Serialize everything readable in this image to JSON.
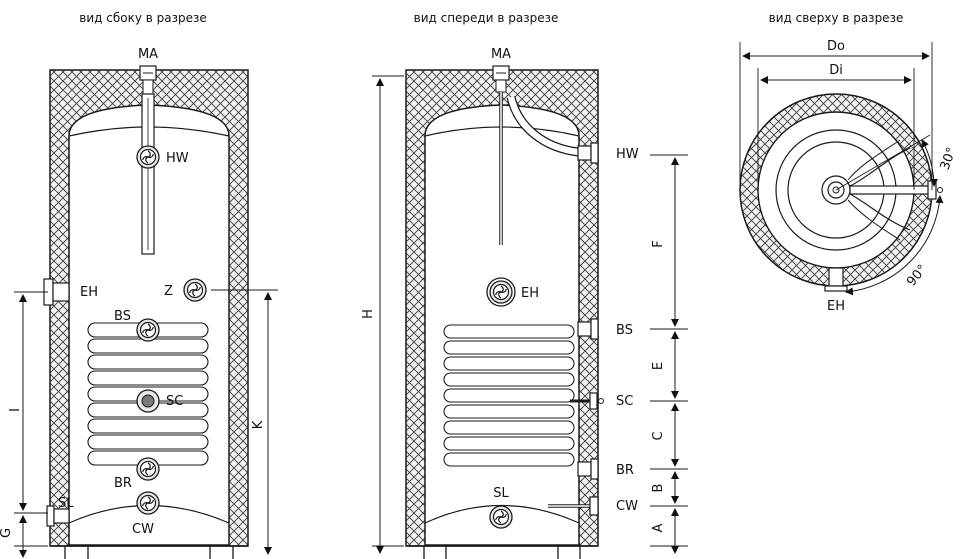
{
  "views": {
    "side": "вид сбоку в разрезе",
    "front": "вид спереди в разрезе",
    "top": "вид сверху в разрезе"
  },
  "side_labels": {
    "ma": "MA",
    "hw": "HW",
    "eh": "EH",
    "z": "Z",
    "bs": "BS",
    "sc": "SC",
    "br": "BR",
    "sl": "SL",
    "cw": "CW",
    "dim_i": "I",
    "dim_k": "K",
    "dim_g": "G"
  },
  "front_labels": {
    "ma": "MA",
    "hw": "HW",
    "eh": "EH",
    "bs": "BS",
    "sc": "SC",
    "br": "BR",
    "cw": "CW",
    "sl": "SL",
    "dim_h": "H",
    "dim_f": "F",
    "dim_e": "E",
    "dim_c": "C",
    "dim_b": "B",
    "dim_a": "A"
  },
  "top_labels": {
    "do": "Do",
    "di": "Di",
    "eh": "EH",
    "angle_30": "30°",
    "angle_90": "90°"
  },
  "colors": {
    "line": "#1a1a1a",
    "insulation_bg": "#f2f2f2",
    "hatch": "#3c3c3c",
    "tank_fill": "#ffffff"
  }
}
